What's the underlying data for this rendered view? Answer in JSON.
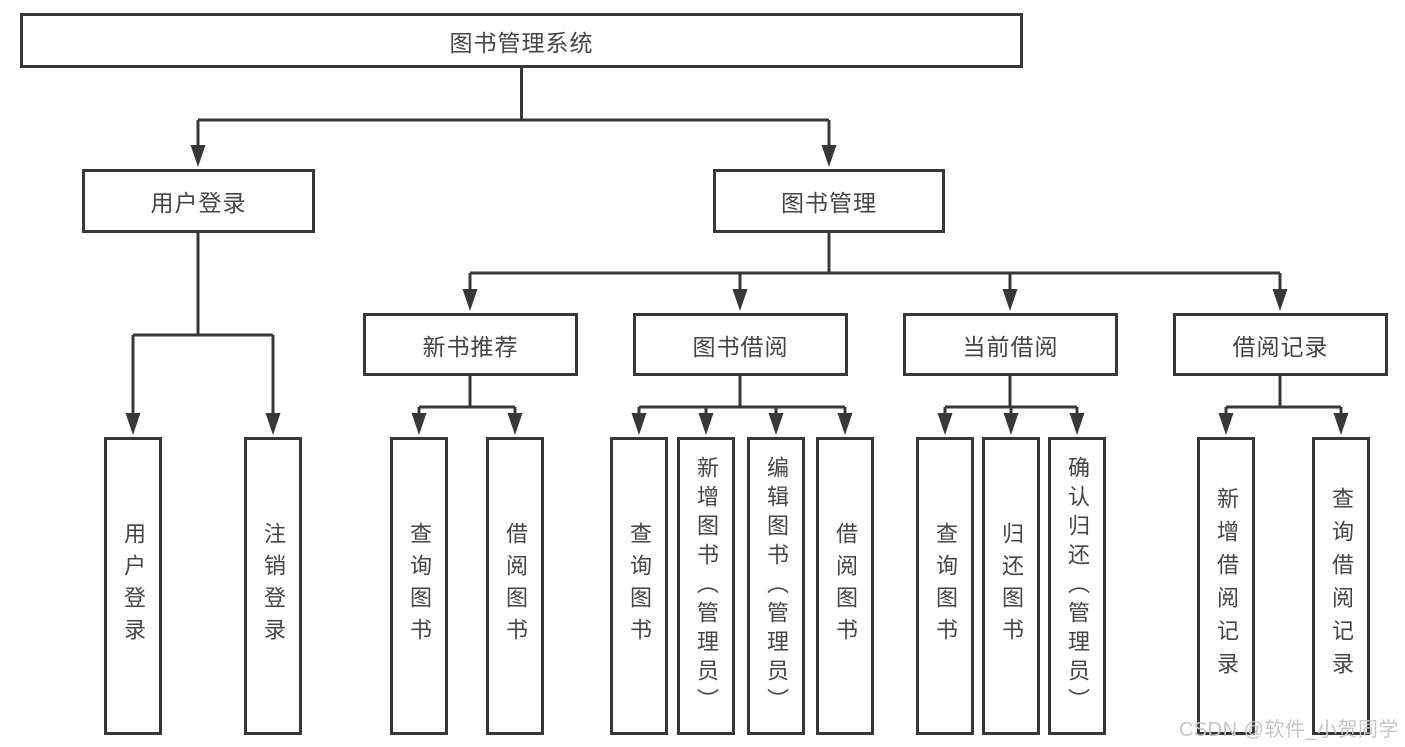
{
  "nodes": {
    "root": {
      "label": "图书管理系统"
    },
    "level2": [
      {
        "id": "user-login",
        "label": "用户登录"
      },
      {
        "id": "book-management",
        "label": "图书管理"
      }
    ],
    "level3": [
      {
        "id": "new-book-recommend",
        "label": "新书推荐",
        "parent": "图书管理"
      },
      {
        "id": "book-borrow",
        "label": "图书借阅",
        "parent": "图书管理"
      },
      {
        "id": "current-borrow",
        "label": "当前借阅",
        "parent": "图书管理"
      },
      {
        "id": "borrow-records",
        "label": "借阅记录",
        "parent": "图书管理"
      }
    ],
    "leaves": [
      {
        "label": "用户登录",
        "parent": "用户登录"
      },
      {
        "label": "注销登录",
        "parent": "用户登录"
      },
      {
        "label": "查询图书",
        "parent": "新书推荐"
      },
      {
        "label": "借阅图书",
        "parent": "新书推荐"
      },
      {
        "label": "查询图书",
        "parent": "图书借阅"
      },
      {
        "label": "新增图书（管理员）",
        "parent": "图书借阅"
      },
      {
        "label": "编辑图书（管理员）",
        "parent": "图书借阅"
      },
      {
        "label": "借阅图书",
        "parent": "图书借阅"
      },
      {
        "label": "查询图书",
        "parent": "当前借阅"
      },
      {
        "label": "归还图书",
        "parent": "当前借阅"
      },
      {
        "label": "确认归还（管理员）",
        "parent": "当前借阅"
      },
      {
        "label": "新增借阅记录",
        "parent": "借阅记录"
      },
      {
        "label": "查询借阅记录",
        "parent": "借阅记录"
      }
    ]
  },
  "watermark": {
    "text": "CSDN @软件_小贺同学"
  },
  "colors": {
    "line": "#383838",
    "text": "#454545",
    "background": "#ffffff",
    "watermark": "#c6c6c6"
  }
}
